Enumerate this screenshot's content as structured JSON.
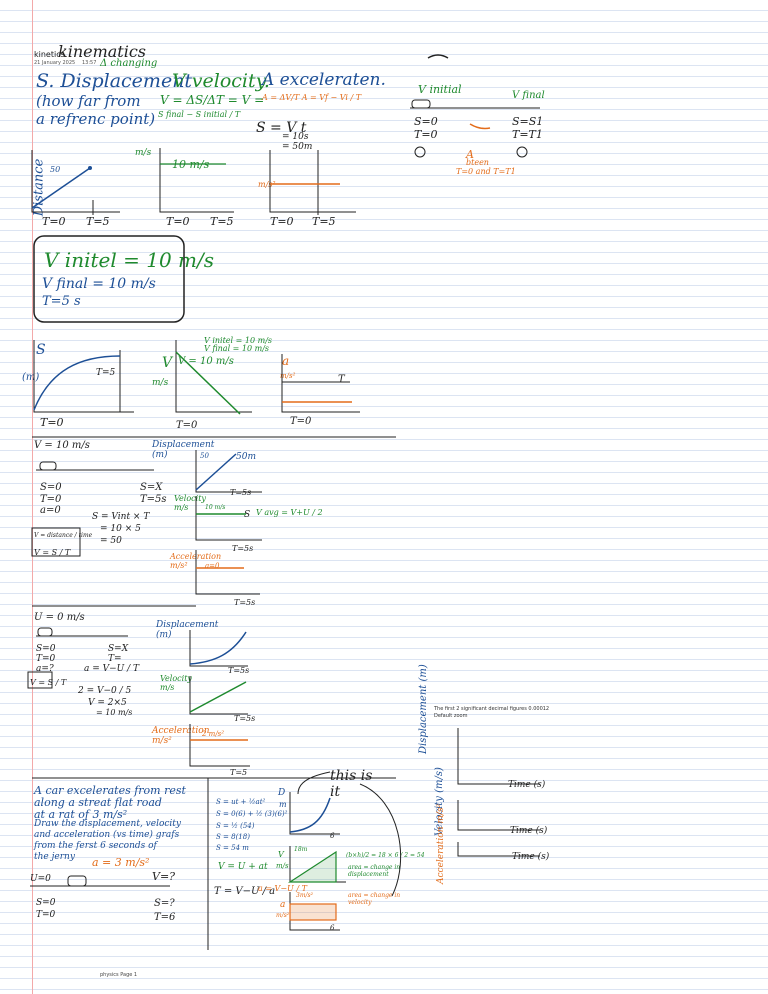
{
  "header": {
    "title": "kinetics",
    "handwritten_title": "kinematics",
    "date": "21 January 2025",
    "time": "13:57"
  },
  "sections": {
    "displacement": {
      "heading": "S. Displacement",
      "line1": "(how far from",
      "line2": "a refrenc point)",
      "axis_label": "Distance",
      "point": "50",
      "t0": "T=0",
      "t5": "T=5"
    },
    "velocity": {
      "note": "Δ changing",
      "heading": "V velocity.",
      "formula": "V = ΔS/ΔT = V =",
      "formula2": "S final − S initial / T",
      "unit": "m/s",
      "value": "10 m/s",
      "t0": "T=0",
      "t5": "T=5"
    },
    "acceleration": {
      "heading": "A exceleraten.",
      "formula": "A = ΔV/T   A = Vf − Vi / T",
      "s_eq": "S = V t",
      "s_val1": "= 10s",
      "s_val2": "= 50m",
      "unit": "m/s²",
      "t0": "T=0",
      "t5": "T=5"
    },
    "car_diagram": {
      "v_initial": "V initial",
      "v_final": "V final",
      "s0": "S=0",
      "s1": "S=S1",
      "t0": "T=0",
      "t1": "T=T1",
      "a_note1": "A",
      "a_note2": "bteen",
      "a_note3": "T=0 and T=T1"
    },
    "box": {
      "line1": "V initel = 10 m/s",
      "line2": "V final = 10 m/s",
      "line3": "T=5 s"
    },
    "row2": {
      "s_label": "S",
      "m_label": "(m)",
      "t0": "T=0",
      "t5": "T=5",
      "v_label": "V",
      "v_val": "V = 10 m/s",
      "ms": "m/s",
      "v_init": "V initel = 10 m/s",
      "v_fin": "V final = 10 m/s",
      "a_label": "a",
      "a_unit": "m/s²",
      "tT": "T",
      "t0b": "T=0",
      "t0c": "T=0"
    },
    "row3": {
      "v": "V = 10 m/s",
      "s0": "S=0",
      "t0": "T=0",
      "a0": "a=0",
      "sx": "S=X",
      "ts": "T=5s",
      "eq1": "S = Vint × T",
      "eq2": "= 10 × 5",
      "eq3": "= 50",
      "box1": "V = distance / time",
      "box2": "V = S / T",
      "disp": "Displacement (m)",
      "disp_val": "50m",
      "d50": "50",
      "vel": "Velocity m/s",
      "vel_val": "10 m/s",
      "vavg": "V avg = V+U / 2",
      "acc": "Acceleration m/s²",
      "a0b": "a=0",
      "t5a": "T=5s",
      "t5b": "T=5s",
      "t5c": "T=5s",
      "s_axis": "S"
    },
    "row4": {
      "v": "U = 0 m/s",
      "s0": "S=0",
      "t0": "T=0",
      "a1": "a=?",
      "sx": "S=X",
      "t": "T=",
      "box": "V = S / T",
      "eq1": "a = V−U / T",
      "eq2": "2 = V−0 / 5",
      "eq3": "V = 2×5",
      "eq4": "= 10 m/s",
      "disp": "Displacement (m)",
      "vel": "Velocity m/s",
      "acc": "Acceleration m/s²",
      "acc_val": "2 m/s²",
      "t5a": "T=5s",
      "t5b": "T=5s",
      "t5c": "T=5"
    },
    "problem": {
      "l1": "A car excelerates from rest",
      "l2": "along a streat flat road",
      "l3": "at a rat of 3 m/s²",
      "l4": "Draw the displacement, velocity",
      "l5": "and acceleration (vs time) grafs",
      "l6": "from the ferst 6 seconds of",
      "l7": "the jerny",
      "a": "a = 3 m/s²",
      "u0": "U=0",
      "v": "V=?",
      "s0": "S=0",
      "t0": "T=0",
      "s": "S=?",
      "t6": "T=6",
      "work1": "S = ut + ½at²",
      "work2": "S = 0(6) + ½ (3)(6)²",
      "work3": "S = ½ (54)",
      "work4": "S = 8(18)",
      "work5": "S = 54 m",
      "work6": "V = U + at",
      "work7": "T = V−U / a",
      "d": "D",
      "m": "m",
      "v_lbl": "V",
      "ms": "m/s",
      "a_lbl": "a",
      "a_eq": "a = V−U / T",
      "ms2": "m/s²",
      "v18": "18m",
      "area": "(b×h)/2 = 18 × 6 / 2 = 54",
      "area_note": "area = change in displacement",
      "area_note2": "area = change in velocity",
      "a3": "3m/s²",
      "this": "this is it",
      "t6a": "6",
      "t6b": "6"
    },
    "right_panel": {
      "note": "The first 2 significant decimal figures 0.00012",
      "note2": "Default zoom",
      "g1_y": "Displacement (m)",
      "g1_x": "Time (s)",
      "g2_y": "Velocity (m/s)",
      "g2_x": "Time (s)",
      "g3_y": "Acceleration m/s²",
      "g3_x": "Time (s)"
    },
    "footer": "physics Page 1"
  }
}
